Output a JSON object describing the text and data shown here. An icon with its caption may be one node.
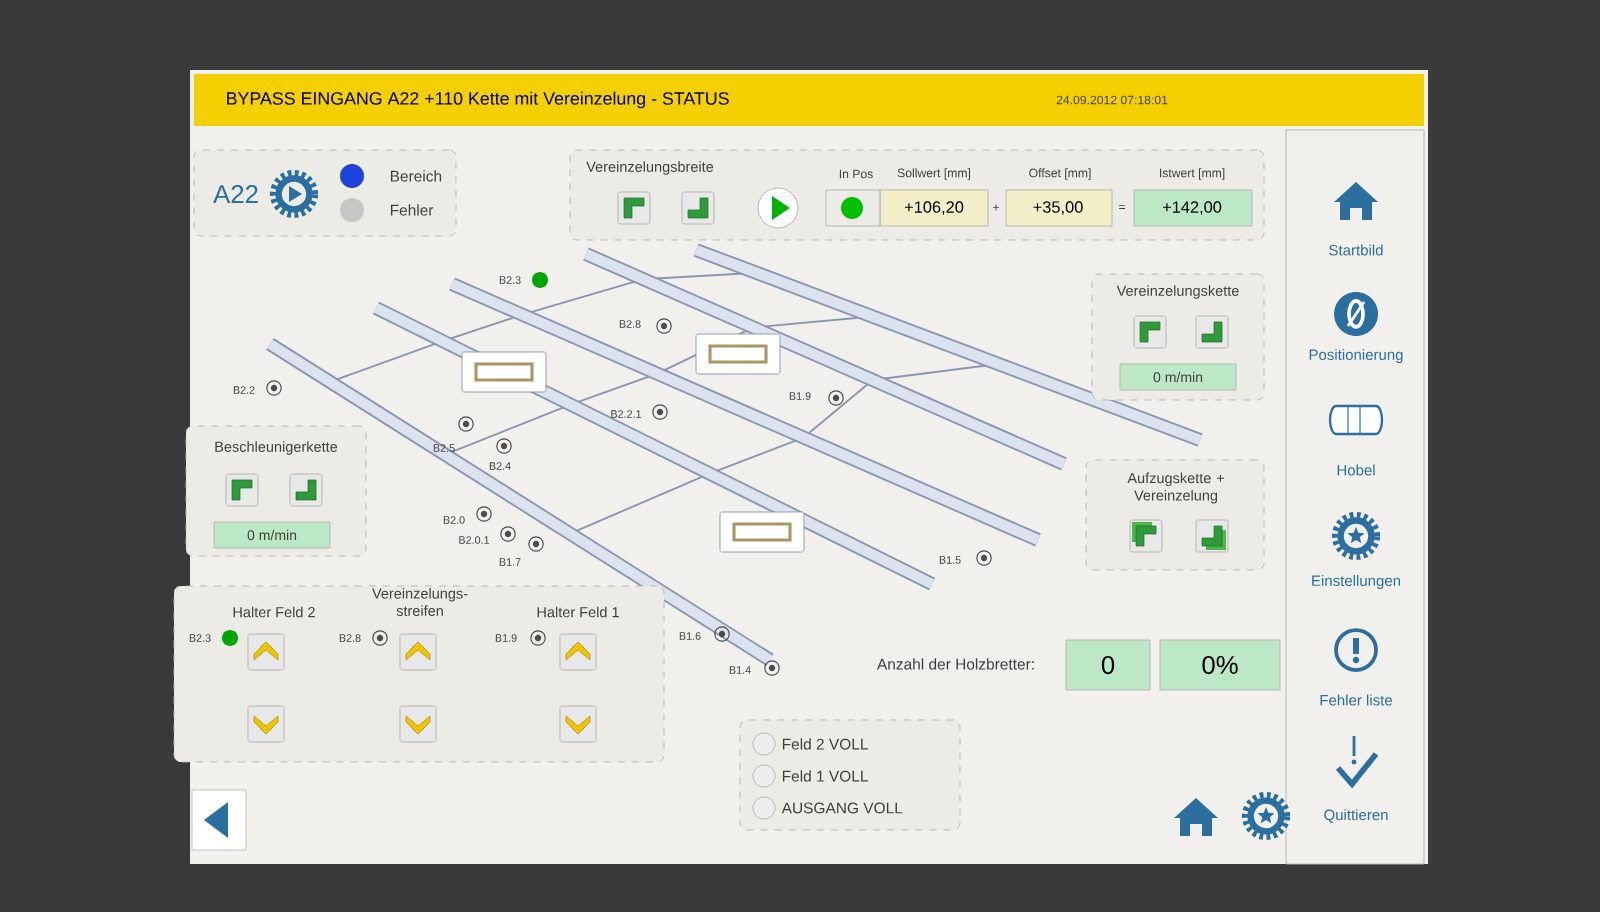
{
  "diagram": {
    "title": "BYPASS EINGANG A22 +110 Kette mit Vereinzelung - STATUS",
    "nodes": [
      {
        "text": [
          "A22",
          "Bereich",
          "Fehler"
        ]
      },
      {
        "text": [
          "Vereinzelungsbreite",
          "In Pos",
          "Sollwert [mm]",
          "Offset [mm]",
          "Istwert [mm]"
        ]
      },
      {
        "text": [
          "+106,20"
        ],
        "in": 1
      },
      {
        "text": [
          "+35,00"
        ],
        "in": 1
      },
      {
        "text": [
          "+142,00"
        ],
        "in": 1
      },
      {
        "text": [
          "Vereinzelungskette"
        ]
      },
      {
        "text": [
          "0 m/min"
        ],
        "in": 5
      },
      {
        "text": [
          "Beschleunigerkette"
        ]
      },
      {
        "text": [
          "0 m/min"
        ],
        "in": 7
      },
      {
        "text": [
          "Aufzugskette + Vereinzelung"
        ]
      },
      {
        "text": [
          "Halter Feld 2",
          "Vereinzelungs- streifen",
          "Halter Feld 1"
        ]
      },
      {
        "text": [
          "0"
        ]
      },
      {
        "text": [
          "0%"
        ]
      },
      {
        "text": [
          "Feld 2 VOLL",
          "Feld 1 VOLL",
          "AUSGANG VOLL"
        ]
      },
      {
        "text": [],
        "shape": "box"
      },
      {
        "text": [
          "Startbild"
        ],
        "in": 14
      },
      {
        "text": [
          "Positionierung"
        ],
        "in": 14
      },
      {
        "text": [
          "Hobel"
        ],
        "in": 14
      },
      {
        "text": [
          "Einstellungen"
        ],
        "in": 14
      },
      {
        "text": [
          "Fehler liste"
        ],
        "in": 14
      },
      {
        "text": [
          "Quittieren"
        ],
        "in": 14
      }
    ],
    "labels": [
      "24.09.2012 07:18:01",
      "+",
      "=",
      "B2.3",
      "B2.8",
      "B2.2",
      "B1.9",
      "B2.2.1",
      "B2.5",
      "B2.4",
      "B2.0",
      "B2.0.1",
      "B1.5",
      "B1.7",
      "B1.6",
      "B1.4",
      "Anzahl der Holzbretter:",
      "B2.3",
      "B2.8",
      "B1.9"
    ]
  }
}
